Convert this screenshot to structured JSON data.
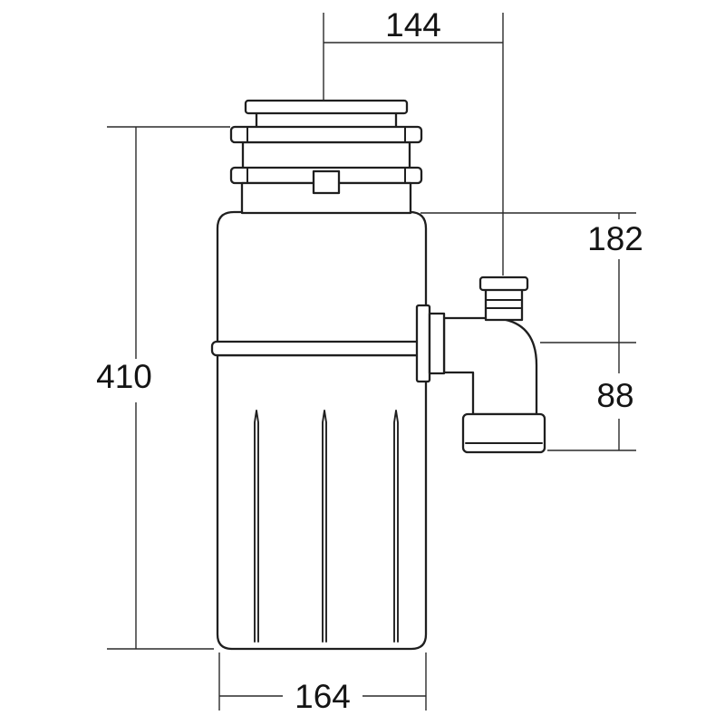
{
  "drawing": {
    "description": "technical-dimension-drawing-waste-disposal-unit-front-view",
    "background": "#ffffff",
    "line_color": "#1f1f1f",
    "dimensions": {
      "top_offset": "144",
      "flange_to_outlet": "182",
      "outlet_drop": "88",
      "overall_height": "410",
      "body_width": "164"
    }
  }
}
